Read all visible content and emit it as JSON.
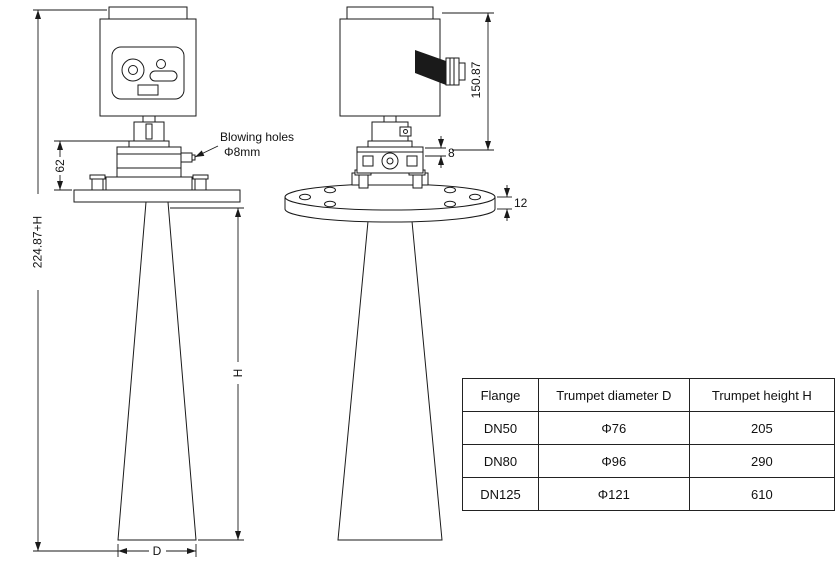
{
  "page": {
    "background": "#ffffff",
    "line_color": "#1a1a1a"
  },
  "front_view": {
    "dim_overall": "224.87+H",
    "dim_connection": "62",
    "annotation_line1": "Blowing holes",
    "annotation_line2": "Φ8mm",
    "dim_horn_height": "H",
    "dim_horn_diameter": "D"
  },
  "side_view": {
    "dim_housing_height": "150.87",
    "dim_plate_thickness": "8",
    "dim_flange_thickness": "12"
  },
  "table": {
    "headers": [
      "Flange",
      "Trumpet diameter D",
      "Trumpet height  H"
    ],
    "rows": [
      [
        "DN50",
        "Φ76",
        "205"
      ],
      [
        "DN80",
        "Φ96",
        "290"
      ],
      [
        "DN125",
        "Φ121",
        "610"
      ]
    ]
  }
}
